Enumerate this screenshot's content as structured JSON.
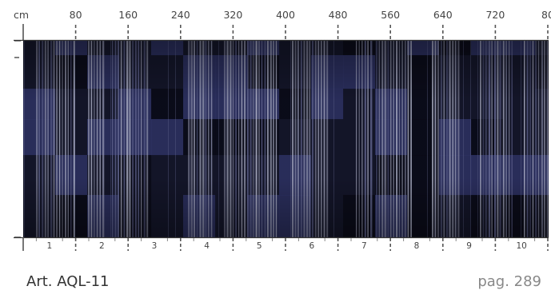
{
  "scale": {
    "unit": "cm",
    "top_ticks": [
      "80",
      "160",
      "240",
      "320",
      "400",
      "480",
      "560",
      "640",
      "720",
      "80"
    ],
    "segments": [
      "1",
      "2",
      "3",
      "4",
      "5",
      "6",
      "7",
      "8",
      "9",
      "10"
    ]
  },
  "fabric": {
    "description_colors": {
      "base": "#14162a",
      "dark": "#0a0b18",
      "navy": "#2e3264",
      "light_stripe": "#b9bcd3",
      "mid_stripe": "#6b6f9c"
    }
  },
  "footer": {
    "article_code": "Art. AQL-11",
    "page_label": "pag. 289"
  }
}
